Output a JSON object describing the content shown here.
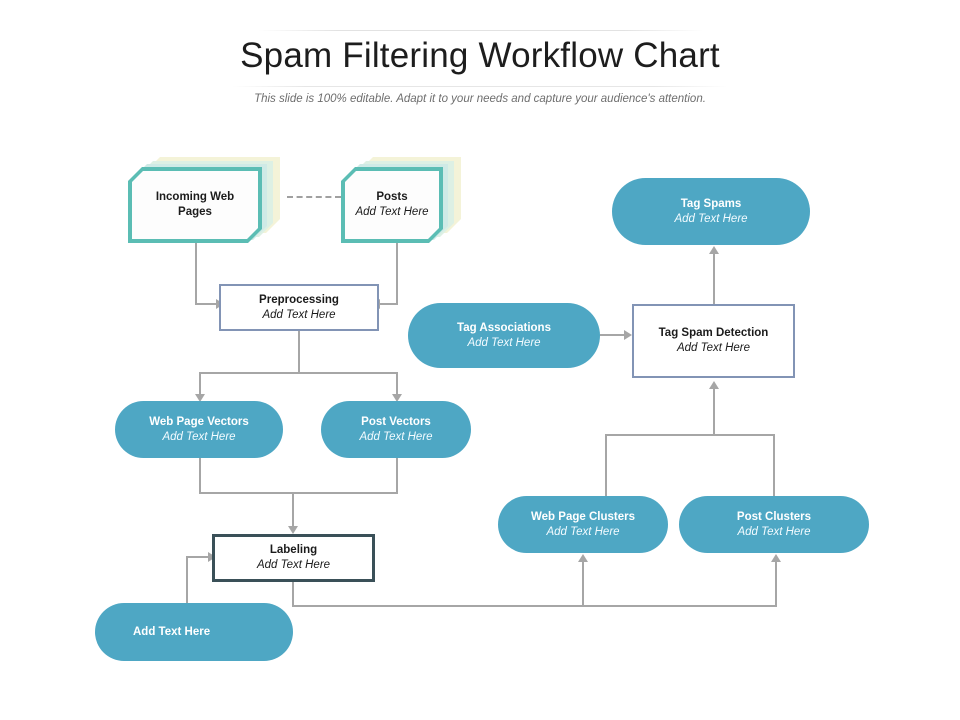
{
  "header": {
    "title": "Spam Filtering Workflow Chart",
    "subtitle": "This slide is 100% editable. Adapt it to your needs and capture your audience's attention."
  },
  "theme": {
    "pill_fill": "#4ea7c4",
    "doc_border": "#5bbdb4",
    "rect_border_blue": "#8294b5",
    "rect_border_slate": "#3a5058",
    "connector": "#a6a6a6",
    "title_color": "#1d1d1d",
    "subtitle_color": "#6e6e6e"
  },
  "nodes": {
    "incoming_web_pages": {
      "title": "Incoming Web",
      "title2": "Pages",
      "subtitle": ""
    },
    "posts": {
      "title": "Posts",
      "subtitle": "Add Text Here"
    },
    "preprocessing": {
      "title": "Preprocessing",
      "subtitle": "Add Text Here"
    },
    "web_page_vectors": {
      "title": "Web Page Vectors",
      "subtitle": "Add Text Here"
    },
    "post_vectors": {
      "title": "Post Vectors",
      "subtitle": "Add Text Here"
    },
    "labeling": {
      "title": "Labeling",
      "subtitle": "Add Text Here"
    },
    "add_text_here": {
      "title": "Add Text Here",
      "subtitle": ""
    },
    "tag_associations": {
      "title": "Tag Associations",
      "subtitle": "Add Text Here"
    },
    "tag_spam_detection": {
      "title": "Tag Spam Detection",
      "subtitle": "Add Text Here"
    },
    "tag_spams": {
      "title": "Tag Spams",
      "subtitle": "Add Text Here"
    },
    "web_page_clusters": {
      "title": "Web Page Clusters",
      "subtitle": "Add Text Here"
    },
    "post_clusters": {
      "title": "Post Clusters",
      "subtitle": "Add Text Here"
    }
  }
}
